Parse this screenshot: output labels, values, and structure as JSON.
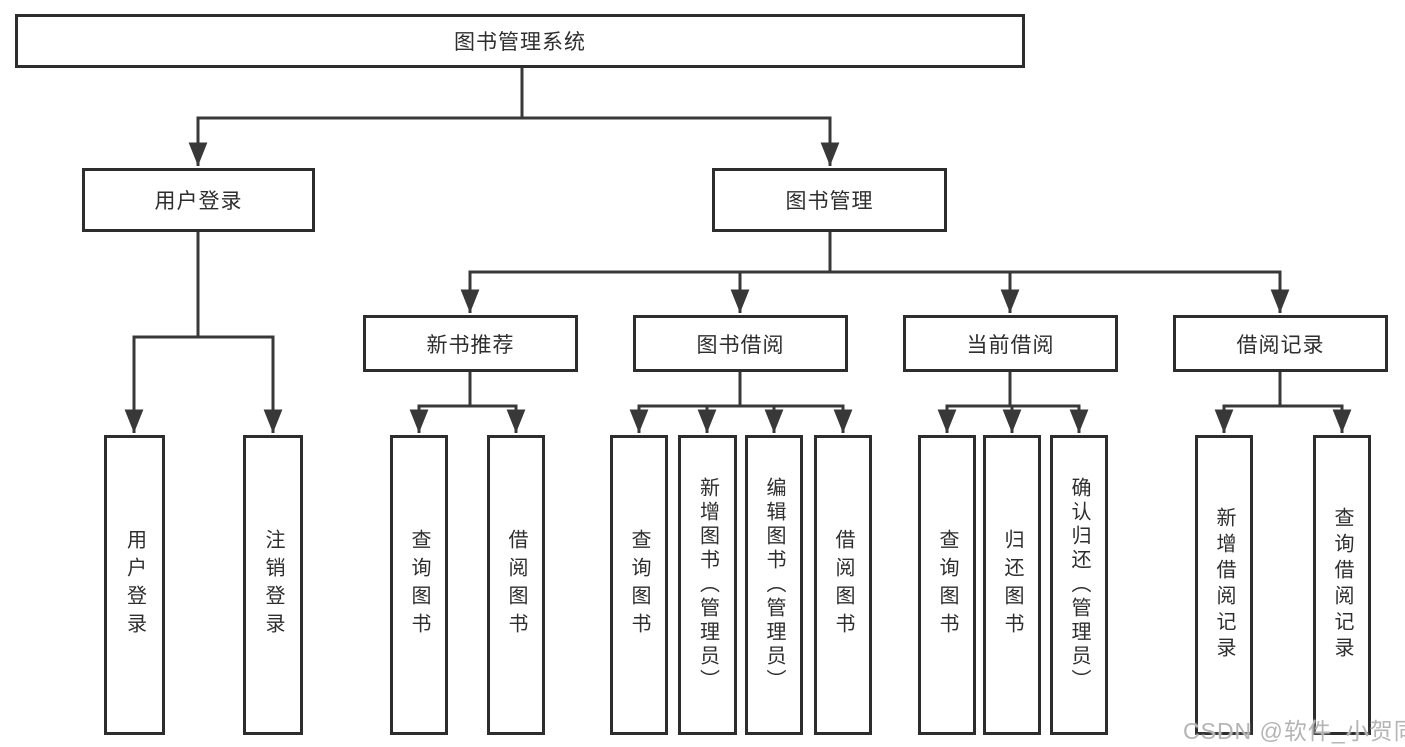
{
  "diagram_title": "图书管理系统",
  "tree": {
    "label": "图书管理系统",
    "children": [
      {
        "label": "用户登录",
        "children": [
          {
            "label": "用户登录"
          },
          {
            "label": "注销登录"
          }
        ]
      },
      {
        "label": "图书管理",
        "children": [
          {
            "label": "新书推荐",
            "children": [
              {
                "label": "查询图书"
              },
              {
                "label": "借阅图书"
              }
            ]
          },
          {
            "label": "图书借阅",
            "children": [
              {
                "label": "查询图书"
              },
              {
                "label": "新增图书（管理员）"
              },
              {
                "label": "编辑图书（管理员）"
              },
              {
                "label": "借阅图书"
              }
            ]
          },
          {
            "label": "当前借阅",
            "children": [
              {
                "label": "查询图书"
              },
              {
                "label": "归还图书"
              },
              {
                "label": "确认归还（管理员）"
              }
            ]
          },
          {
            "label": "借阅记录",
            "children": [
              {
                "label": "新增借阅记录"
              },
              {
                "label": "查询借阅记录"
              }
            ]
          }
        ]
      }
    ]
  },
  "watermark": {
    "text": "CSDN @软件_小贺同学"
  },
  "colors": {
    "box_border": "#2d2d2d",
    "connector": "#383838",
    "text": "#2e2e2e",
    "watermark": "#b5b5b5",
    "background": "#ffffff"
  }
}
